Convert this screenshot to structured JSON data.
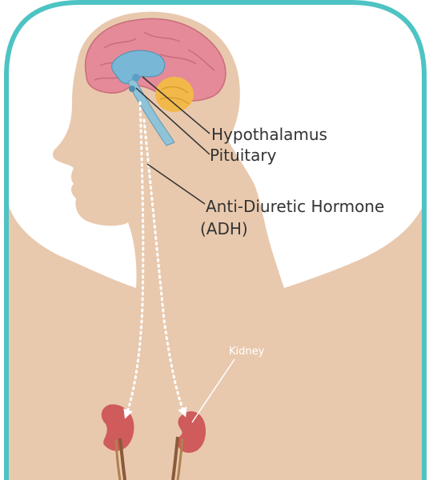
{
  "labels": {
    "hypothalamus": "Hypothalamus",
    "pituitary": "Pituitary",
    "hormone_line1": "Anti-Diuretic Hormone",
    "hormone_line2": "(ADH)",
    "kidney": "Kidney"
  },
  "colors": {
    "frame": "#4ec3c3",
    "skin": "#e8c9ae",
    "brain": "#e58a98",
    "brain_inner": "#78b8d6",
    "cerebellum": "#f2b84a",
    "kidney": "#cf5b5b",
    "label_text": "#333333",
    "leader": "#333333",
    "arrow": "#ffffff"
  }
}
